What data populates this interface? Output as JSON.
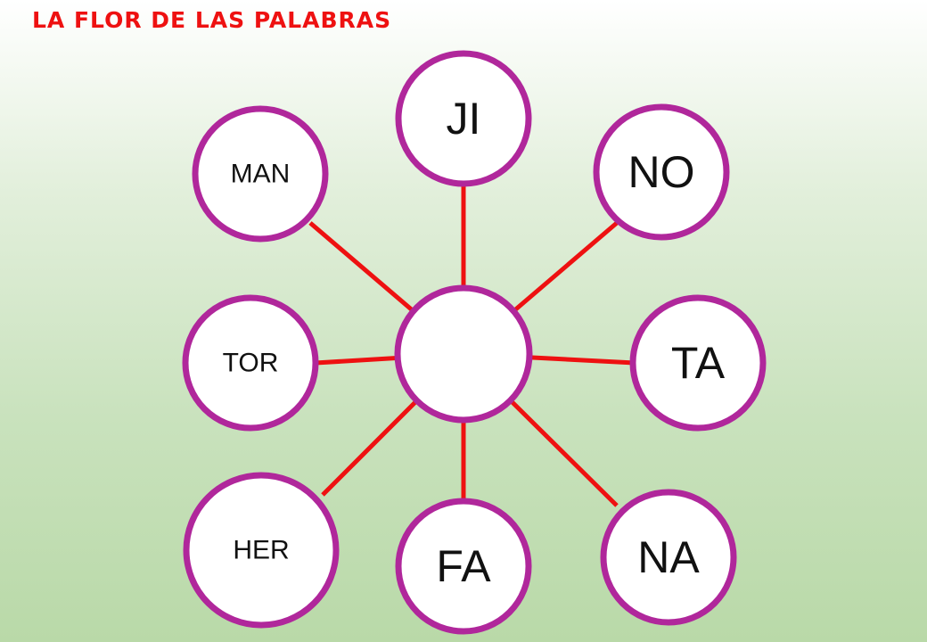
{
  "title": "LA FLOR DE LAS PALABRAS",
  "center_text": "",
  "petals": {
    "ji": "JI",
    "no": "NO",
    "ta": "TA",
    "na": "NA",
    "fa": "FA",
    "her": "HER",
    "tor": "TOR",
    "man": "MAN"
  },
  "colors": {
    "title": "#ee1111",
    "spokes": "#ee1111",
    "circle_border": "#b0279b"
  }
}
